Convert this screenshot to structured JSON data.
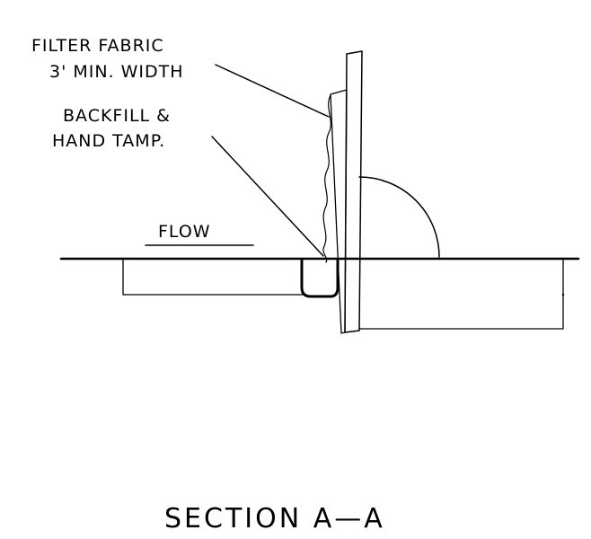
{
  "labels": {
    "filter_fabric_line1": "FILTER FABRIC",
    "filter_fabric_line2": "3' MIN. WIDTH",
    "backfill_line1": "BACKFILL &",
    "backfill_line2": "HAND TAMP.",
    "flow": "FLOW"
  },
  "section_title": "SECTION A—A"
}
